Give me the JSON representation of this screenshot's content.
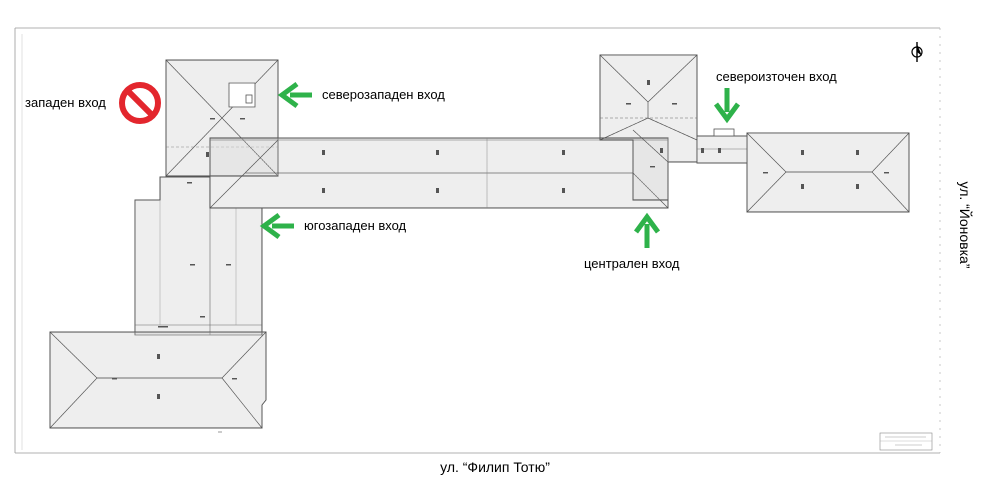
{
  "entrances": {
    "west": "западен вход",
    "northwest": "северозападен вход",
    "southwest": "югозападен вход",
    "northeast": "североизточен вход",
    "central": "централен вход"
  },
  "streets": {
    "bottom": "ул. “Филип Тотю”",
    "right": "ул. “Йоновка”"
  },
  "entrance_status": {
    "west": "closed",
    "northwest": "open",
    "southwest": "open",
    "northeast": "open",
    "central": "open"
  },
  "icons": {
    "open_entrance": "green-arrow-icon",
    "closed_entrance": "no-entry-icon",
    "north": "north-arrow-icon"
  },
  "colors": {
    "arrow": "#2eb24a",
    "no_entry": "#e3262d",
    "roof_line": "#444444",
    "hatch": "#b8b8b8"
  }
}
